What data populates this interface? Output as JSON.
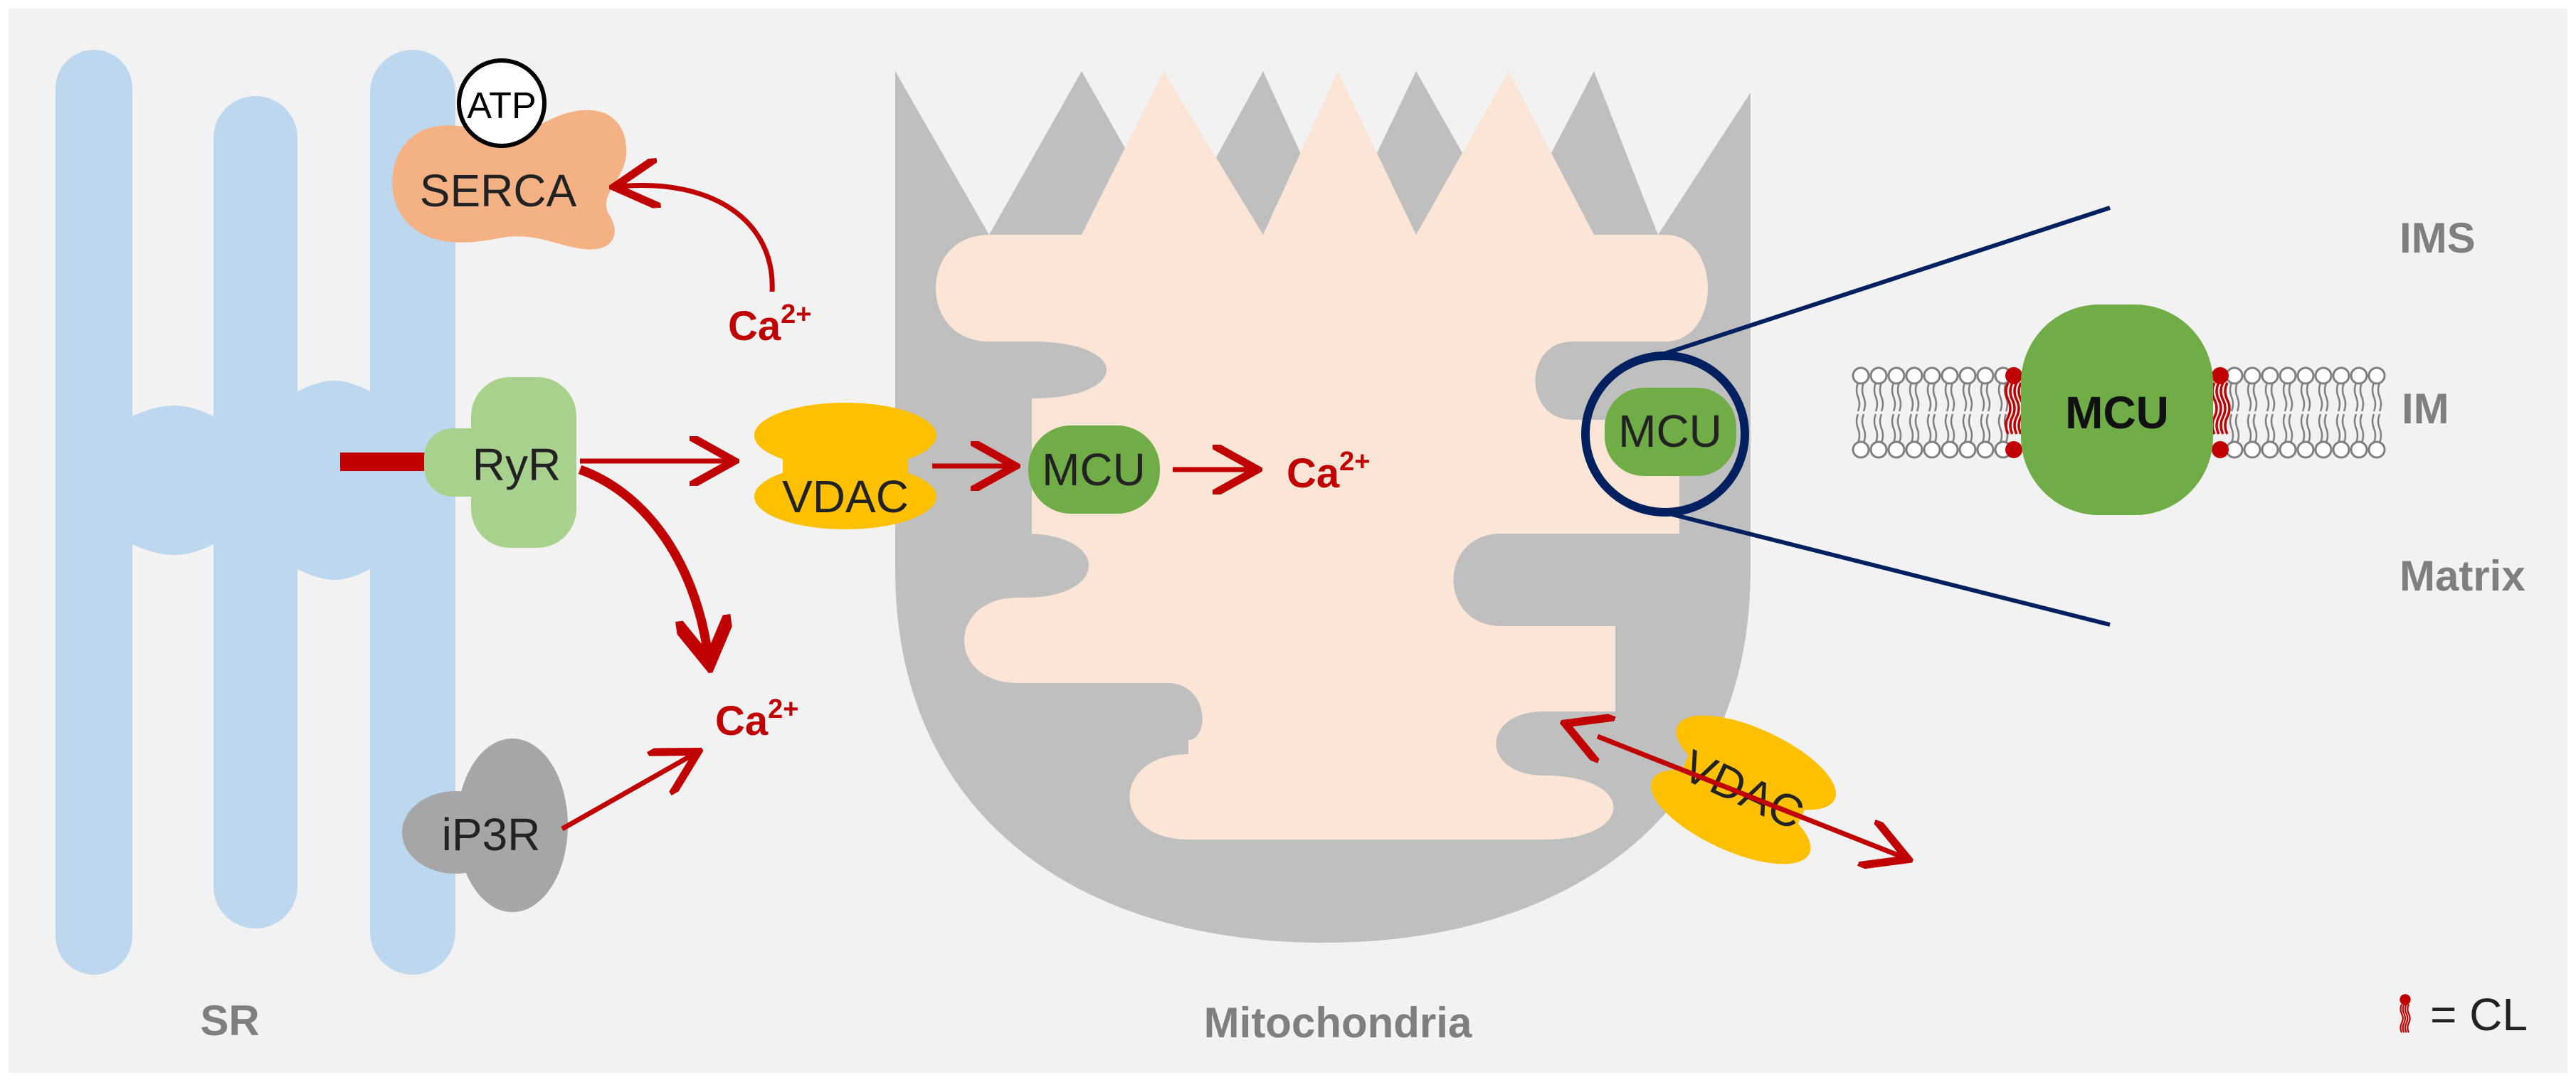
{
  "labels": {
    "sr": "SR",
    "mitochondria": "Mitochondria",
    "ims": "IMS",
    "im": "IM",
    "matrix": "Matrix",
    "legend": "= CL"
  },
  "proteins": {
    "atp": "ATP",
    "serca": "SERCA",
    "ryr": "RyR",
    "ip3r": "iP3R",
    "vdac_top": "VDAC",
    "vdac_bottom": "VDAC",
    "mcu_main": "MCU",
    "mcu_circle": "MCU",
    "mcu_zoom": "MCU"
  },
  "ions": {
    "base": "Ca",
    "charge": "2+"
  },
  "colors": {
    "background": "#f2f2f2",
    "sr": "#bdd7ee",
    "mito_membrane": "#bfbfbf",
    "mito_matrix": "#fbe5d6",
    "serca": "#f4b183",
    "ryr": "#a9d18e",
    "ip3r": "#a6a6a6",
    "vdac": "#ffc000",
    "mcu": "#70ad47",
    "calcium": "#c00000",
    "zoom_outline": "#002060"
  }
}
